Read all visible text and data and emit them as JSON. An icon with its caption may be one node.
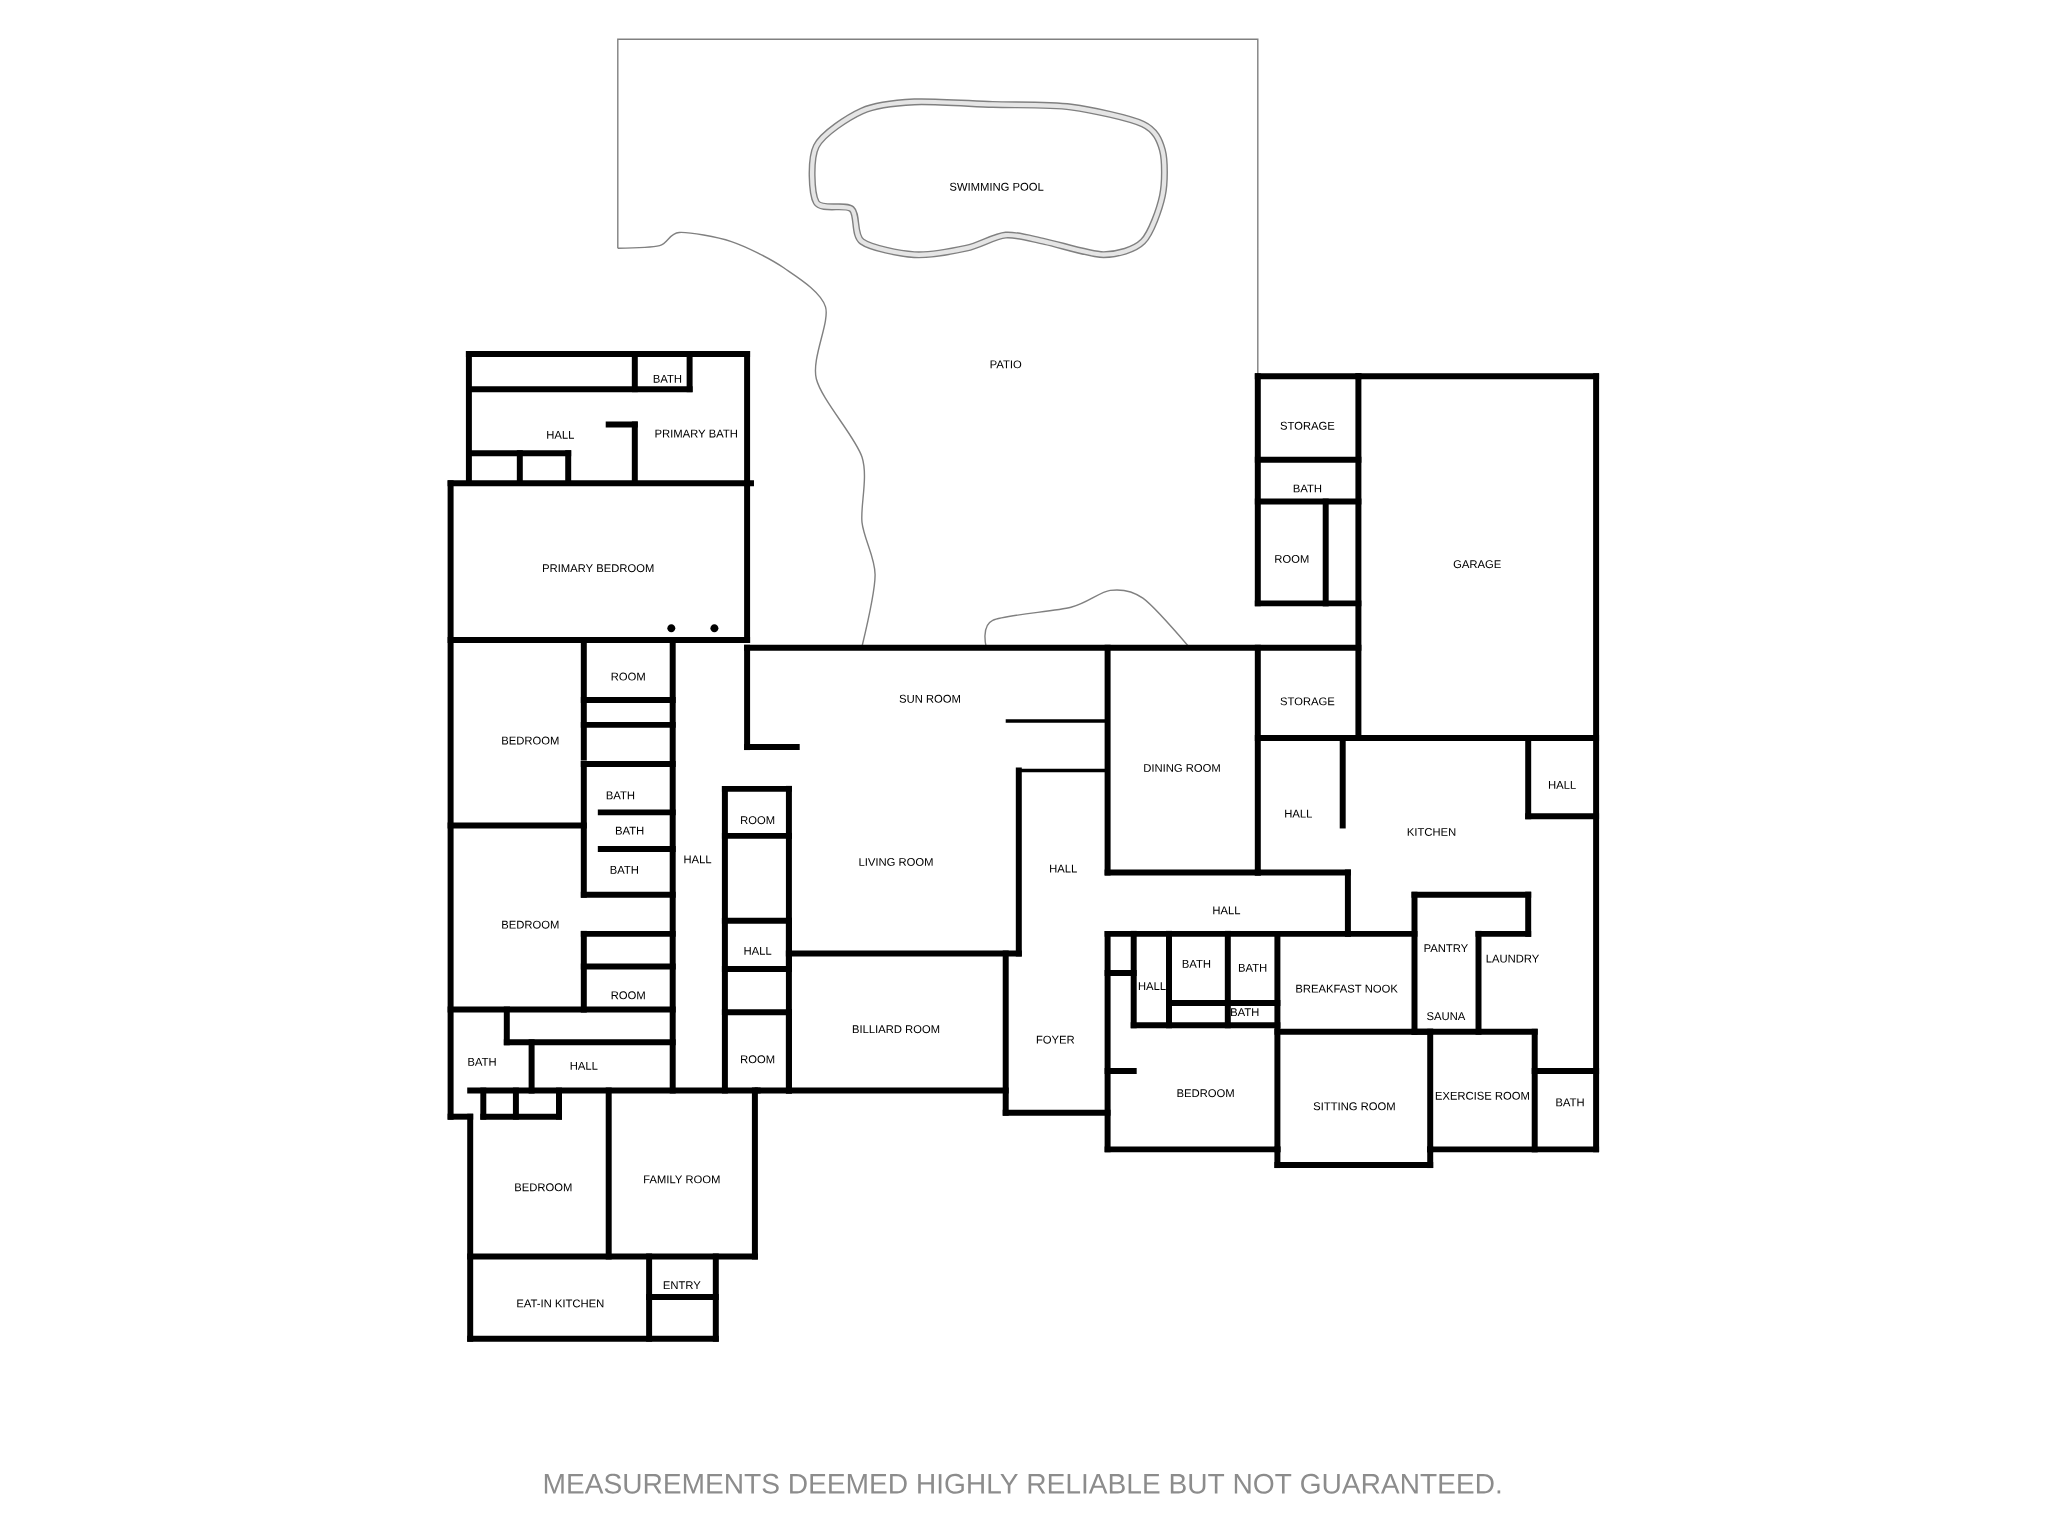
{
  "diagram": {
    "labels": [
      "SWIMMING POOL",
      "PATIO",
      "BATH",
      "HALL",
      "PRIMARY BATH",
      "STORAGE",
      "BATH",
      "ROOM",
      "GARAGE",
      "PRIMARY BEDROOM",
      "ROOM",
      "SUN ROOM",
      "STORAGE",
      "BEDROOM",
      "DINING ROOM",
      "HALL",
      "BATH",
      "HALL",
      "ROOM",
      "BATH",
      "KITCHEN",
      "BATH",
      "HALL",
      "LIVING ROOM",
      "HALL",
      "BEDROOM",
      "HALL",
      "HALL",
      "PANTRY",
      "LAUNDRY",
      "BATH",
      "BATH",
      "HALL",
      "BREAKFAST NOOK",
      "ROOM",
      "BATH",
      "SAUNA",
      "BILLIARD ROOM",
      "FOYER",
      "BATH",
      "ROOM",
      "HALL",
      "BEDROOM",
      "EXERCISE ROOM",
      "BATH",
      "SITTING ROOM",
      "FAMILY ROOM",
      "BEDROOM",
      "ENTRY",
      "EAT-IN KITCHEN",
      "MEASUREMENTS DEEMED HIGHLY RELIABLE BUT NOT GUARANTEED."
    ]
  }
}
